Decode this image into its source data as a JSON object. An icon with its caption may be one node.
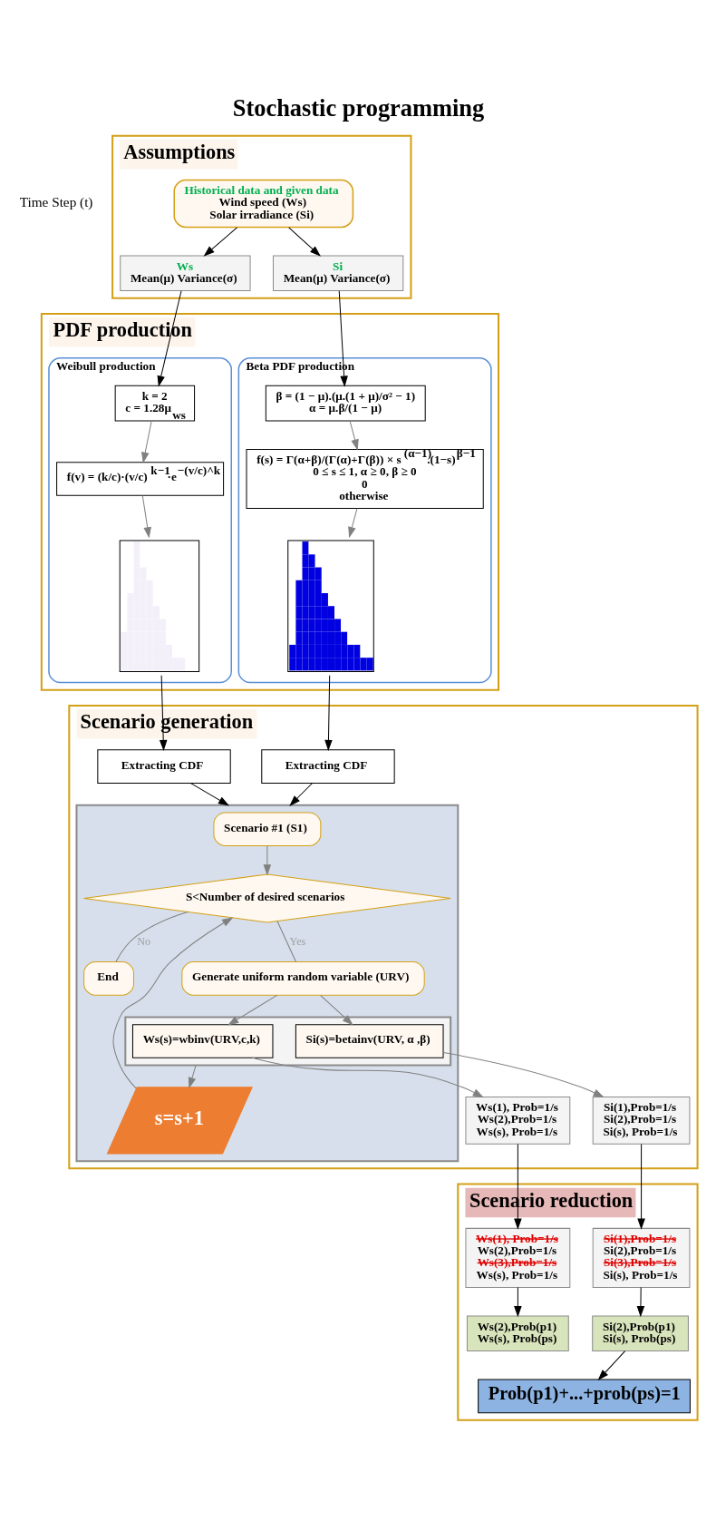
{
  "diagram": {
    "title": "Stochastic programming",
    "nodes": [
      {
        "text": [
          "Assumptions"
        ]
      },
      {
        "text": [
          "Historical data and given data",
          "Wind speed (Ws)",
          "Solar irradiance (Si)"
        ],
        "in": 0
      },
      {
        "text": [
          "Ws",
          "Mean(μ) Variance(σ)"
        ],
        "in": 0
      },
      {
        "text": [
          "Si",
          "Mean(μ) Variance(σ)"
        ],
        "in": 0
      },
      {
        "text": [
          "PDF production"
        ]
      },
      {
        "text": [
          "Weibull production"
        ],
        "in": 4
      },
      {
        "text": [
          "k = 2",
          "c = 1.28μ$_{ws}$"
        ],
        "in": 5
      },
      {
        "text": [
          "f(v) = (k/c)·(v/c)$^{k−1}$·e$^{−(v/c)^k}$"
        ],
        "in": 5
      },
      {
        "text": [],
        "shape": "chart",
        "in": 5
      },
      {
        "text": [
          "Beta PDF production"
        ],
        "in": 4
      },
      {
        "text": [
          "β = (1 − μ).(μ.(1 + μ)/σ² − 1)",
          "α = μ.β/(1 − μ)"
        ],
        "in": 9
      },
      {
        "text": [
          "f(s) = Γ(α+β)/(Γ(α)+Γ(β)) × s$^{(α−1)}$.(1−s)$^{β−1}$",
          "0 ≤ s ≤ 1, α ≥ 0, β ≥ 0",
          "0",
          "otherwise"
        ],
        "in": 9
      },
      {
        "text": [],
        "shape": "chart",
        "in": 9
      },
      {
        "text": [
          "Scenario generation"
        ]
      },
      {
        "text": [
          "Extracting CDF"
        ],
        "in": 13
      },
      {
        "text": [
          "Extracting CDF"
        ],
        "in": 13
      },
      {
        "text": [],
        "shape": "box",
        "in": 13
      },
      {
        "text": [
          "Scenario #1 (S1)"
        ],
        "in": 16
      },
      {
        "text": [
          "S<Number of desired scenarios"
        ],
        "in": 16
      },
      {
        "text": [
          "End"
        ],
        "in": 16
      },
      {
        "text": [
          "s=s+1"
        ],
        "in": 16
      },
      {
        "text": [
          "Generate uniform random variable (URV)"
        ],
        "in": 16
      },
      {
        "text": [],
        "shape": "box",
        "in": 16
      },
      {
        "text": [
          "Ws(s)=wbinv(URV,c,k)"
        ],
        "in": 22
      },
      {
        "text": [
          "Si(s)=betainv(URV, α ,β)"
        ],
        "in": 22
      },
      {
        "text": [
          "Ws(1), Prob=1/s",
          "Ws(2),Prob=1/s",
          "Ws(s), Prob=1/s"
        ],
        "in": 13
      },
      {
        "text": [
          "Si(1),Prob=1/s",
          "Si(2),Prob=1/s",
          "Si(s), Prob=1/s"
        ],
        "in": 13
      },
      {
        "text": [
          "Scenario reduction"
        ]
      },
      {
        "text": [
          "Ws(1), Prob=1/s",
          "Ws(2),Prob=1/s",
          "Ws(3),Prob=1/s",
          "Ws(s), Prob=1/s"
        ],
        "in": 27
      },
      {
        "text": [
          "Si(1),Prob=1/s",
          "Si(2),Prob=1/s",
          "Si(3),Prob=1/s",
          "Si(s), Prob=1/s"
        ],
        "in": 27
      },
      {
        "text": [
          "Ws(2),Prob(p1)",
          "Ws(s), Prob(ps)"
        ],
        "in": 27
      },
      {
        "text": [
          "Si(2),Prob(p1)",
          "Si(s), Prob(ps)"
        ],
        "in": 27
      },
      {
        "text": [
          "Prob(p1)+...+prob(ps)=1"
        ],
        "in": 27
      }
    ],
    "edges": [
      {
        "from": 1,
        "to": 2,
        "arrow": "to"
      },
      {
        "from": 1,
        "to": 3,
        "arrow": "to"
      },
      {
        "from": 2,
        "to": 6,
        "arrow": "to"
      },
      {
        "from": 3,
        "to": 10,
        "arrow": "to"
      },
      {
        "from": 6,
        "to": 7,
        "arrow": "to",
        "color": "#808080"
      },
      {
        "from": 7,
        "to": 8,
        "arrow": "to",
        "color": "#808080"
      },
      {
        "from": 10,
        "to": 11,
        "arrow": "to",
        "color": "#808080"
      },
      {
        "from": 11,
        "to": 12,
        "arrow": "to",
        "color": "#808080"
      },
      {
        "from": 8,
        "to": 14,
        "arrow": "to"
      },
      {
        "from": 12,
        "to": 15,
        "arrow": "to"
      },
      {
        "from": 14,
        "to": 16,
        "arrow": "to"
      },
      {
        "from": 15,
        "to": 16,
        "arrow": "to"
      },
      {
        "from": 17,
        "to": 18,
        "arrow": "to",
        "color": "#808080"
      },
      {
        "from": 20,
        "to": 18,
        "arrow": "to",
        "color": "#808080"
      },
      {
        "from": 18,
        "to": 19,
        "arrow": "none",
        "label": "No",
        "color": "#808080"
      },
      {
        "from": 18,
        "to": 21,
        "arrow": "none",
        "label": "Yes",
        "color": "#808080"
      },
      {
        "from": 21,
        "to": 23,
        "arrow": "to",
        "color": "#808080"
      },
      {
        "from": 21,
        "to": 24,
        "arrow": "to",
        "color": "#808080"
      },
      {
        "from": 22,
        "to": 20,
        "arrow": "to",
        "color": "#808080"
      },
      {
        "from": 23,
        "to": 25,
        "arrow": "to",
        "color": "#808080"
      },
      {
        "from": 24,
        "to": 26,
        "arrow": "to",
        "color": "#808080"
      },
      {
        "from": 25,
        "to": 28,
        "arrow": "to"
      },
      {
        "from": 26,
        "to": 29,
        "arrow": "to"
      },
      {
        "from": 28,
        "to": 30,
        "arrow": "to"
      },
      {
        "from": 29,
        "to": 31,
        "arrow": "to"
      },
      {
        "from": 31,
        "to": 32,
        "arrow": "to"
      }
    ],
    "labels": [
      "Time Step (t)"
    ]
  }
}
